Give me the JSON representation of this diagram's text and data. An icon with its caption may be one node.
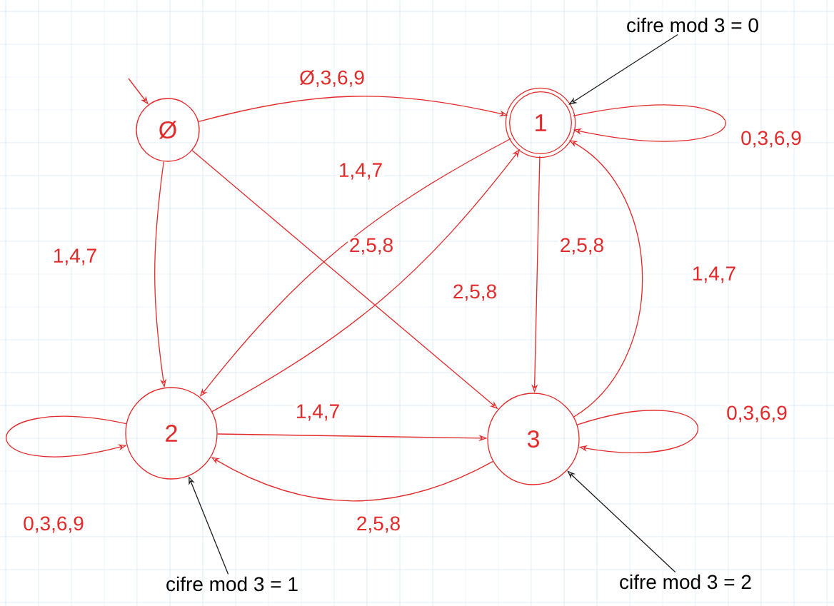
{
  "diagram": {
    "nodes": [
      {
        "text": [
          "Ø"
        ]
      },
      {
        "text": [
          "1"
        ]
      },
      {
        "text": [
          "2"
        ]
      },
      {
        "text": [
          "3"
        ]
      },
      {
        "text": [
          "cifre mod 3 = 0"
        ]
      },
      {
        "text": [
          "cifre mod 3 = 1"
        ]
      },
      {
        "text": [
          "cifre mod 3 = 2"
        ]
      }
    ],
    "edges": [
      {
        "from": null,
        "to": 0,
        "arrow": "to"
      },
      {
        "from": 0,
        "to": 1,
        "arrow": "to",
        "label": "Ø,3,6,9"
      },
      {
        "from": 1,
        "to": 1,
        "arrow": "to",
        "label": "0,3,6,9"
      },
      {
        "from": 0,
        "to": 2,
        "arrow": "to",
        "label": "1,4,7"
      },
      {
        "from": 0,
        "to": 3,
        "arrow": "to",
        "label": "2,5,8"
      },
      {
        "from": 1,
        "to": 2,
        "arrow": "to",
        "label": "1,4,7"
      },
      {
        "from": 2,
        "to": 1,
        "arrow": "to",
        "label": "2,5,8"
      },
      {
        "from": 1,
        "to": 3,
        "arrow": "to",
        "label": "2,5,8"
      },
      {
        "from": 3,
        "to": 1,
        "arrow": "to",
        "label": "1,4,7"
      },
      {
        "from": 2,
        "to": 3,
        "arrow": "to",
        "label": "1,4,7"
      },
      {
        "from": 3,
        "to": 2,
        "arrow": "to",
        "label": "2,5,8"
      },
      {
        "from": 2,
        "to": 2,
        "arrow": "to",
        "label": "0,3,6,9"
      },
      {
        "from": 3,
        "to": 3,
        "arrow": "to",
        "label": "0,3,6,9"
      },
      {
        "from": 4,
        "to": 1,
        "arrow": "to",
        "color": "#1a1a1a"
      },
      {
        "from": 5,
        "to": 2,
        "arrow": "to",
        "color": "#1a1a1a"
      },
      {
        "from": 6,
        "to": 3,
        "arrow": "to",
        "color": "#1a1a1a"
      }
    ]
  }
}
